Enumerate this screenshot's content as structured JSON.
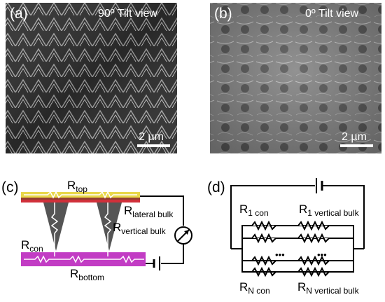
{
  "panels": {
    "a": {
      "label": "(a)",
      "title": "90º Tilt view",
      "scale": "2 µm"
    },
    "b": {
      "label": "(b)",
      "title": "0º Tilt view",
      "scale": "2 µm"
    },
    "c": {
      "label": "(c)",
      "r_top": "R",
      "r_top_sub": "top",
      "r_lat": "R",
      "r_lat_sub": "lateral bulk",
      "r_vert": "R",
      "r_vert_sub": "vertical bulk",
      "r_con": "R",
      "r_con_sub": "con",
      "r_bot": "R",
      "r_bot_sub": "bottom"
    },
    "d": {
      "label": "(d)",
      "r1c": "R",
      "r1c_sub": "1 con",
      "r1v": "R",
      "r1v_sub": "1 vertical bulk",
      "rnc": "R",
      "rnc_sub": "N con",
      "rnv": "R",
      "rnv_sub": "N vertical bulk",
      "dots": "•••"
    }
  },
  "colors": {
    "top_layer": "#e8d84a",
    "bottom_layer": "#c23cc4",
    "contact": "#d0303a",
    "bulk": "#555555",
    "sem_bg_a": "#2b2b2b",
    "sem_bg_b": "#6f6f6f"
  }
}
